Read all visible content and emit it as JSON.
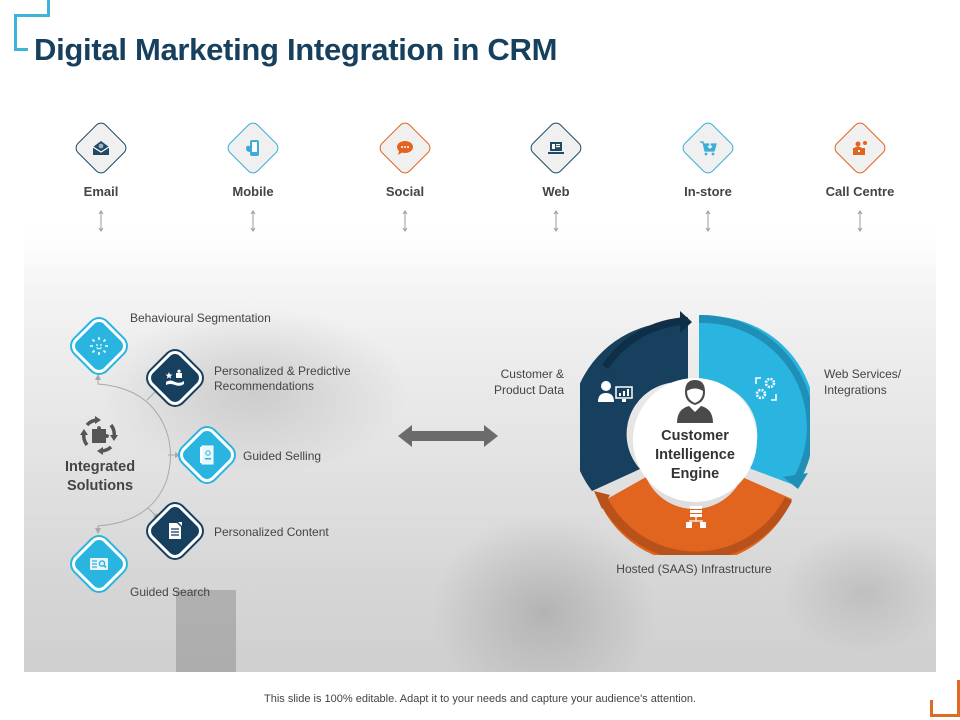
{
  "slide": {
    "title": "Digital Marketing Integration in CRM",
    "footer": "This slide is 100% editable. Adapt it to your needs and capture your audience's attention."
  },
  "colors": {
    "title": "#17405e",
    "dark_blue": "#173f5e",
    "light_blue": "#29b5e0",
    "orange": "#e2651f",
    "accent_corner_tl": "#3fb4d8",
    "accent_corner_br": "#e06a22"
  },
  "channels": [
    {
      "label": "Email",
      "icon": "email-icon",
      "color": "#1f4a66"
    },
    {
      "label": "Mobile",
      "icon": "mobile-icon",
      "color": "#3aaed6"
    },
    {
      "label": "Social",
      "icon": "chat-bubble-icon",
      "color": "#e2651f"
    },
    {
      "label": "Web",
      "icon": "laptop-icon",
      "color": "#1f4a66"
    },
    {
      "label": "In-store",
      "icon": "shopping-cart-icon",
      "color": "#3aaed6"
    },
    {
      "label": "Call Centre",
      "icon": "call-agent-icon",
      "color": "#e2651f"
    }
  ],
  "integrated_solutions": {
    "label_line1": "Integrated",
    "label_line2": "Solutions",
    "icon": "puzzle-cycle-icon",
    "items": [
      {
        "label": "Behavioural  Segmentation",
        "icon": "sun-smile-icon",
        "style": "light"
      },
      {
        "label": "Personalized & Predictive",
        "label2": "Recommendations",
        "icon": "hand-star-icon",
        "style": "dark"
      },
      {
        "label": "Guided Selling",
        "icon": "notebook-icon",
        "style": "light"
      },
      {
        "label": "Personalized Content",
        "icon": "document-icon",
        "style": "dark"
      },
      {
        "label": "Guided Search",
        "icon": "search-card-icon",
        "style": "light"
      }
    ]
  },
  "connector": {
    "icon": "double-arrow-icon"
  },
  "engine": {
    "line1": "Customer",
    "line2": "Intelligence",
    "line3": "Engine",
    "icon": "person-icon",
    "segments": [
      {
        "label": "Customer &",
        "label2": "Product Data",
        "icon": "user-chart-icon",
        "color": "#173f5e"
      },
      {
        "label": "Web Services/",
        "label2": "Integrations",
        "icon": "gears-icon",
        "color": "#29b5e0"
      },
      {
        "label": "Hosted (SAAS) Infrastructure",
        "icon": "server-network-icon",
        "color": "#e2651f"
      }
    ]
  }
}
